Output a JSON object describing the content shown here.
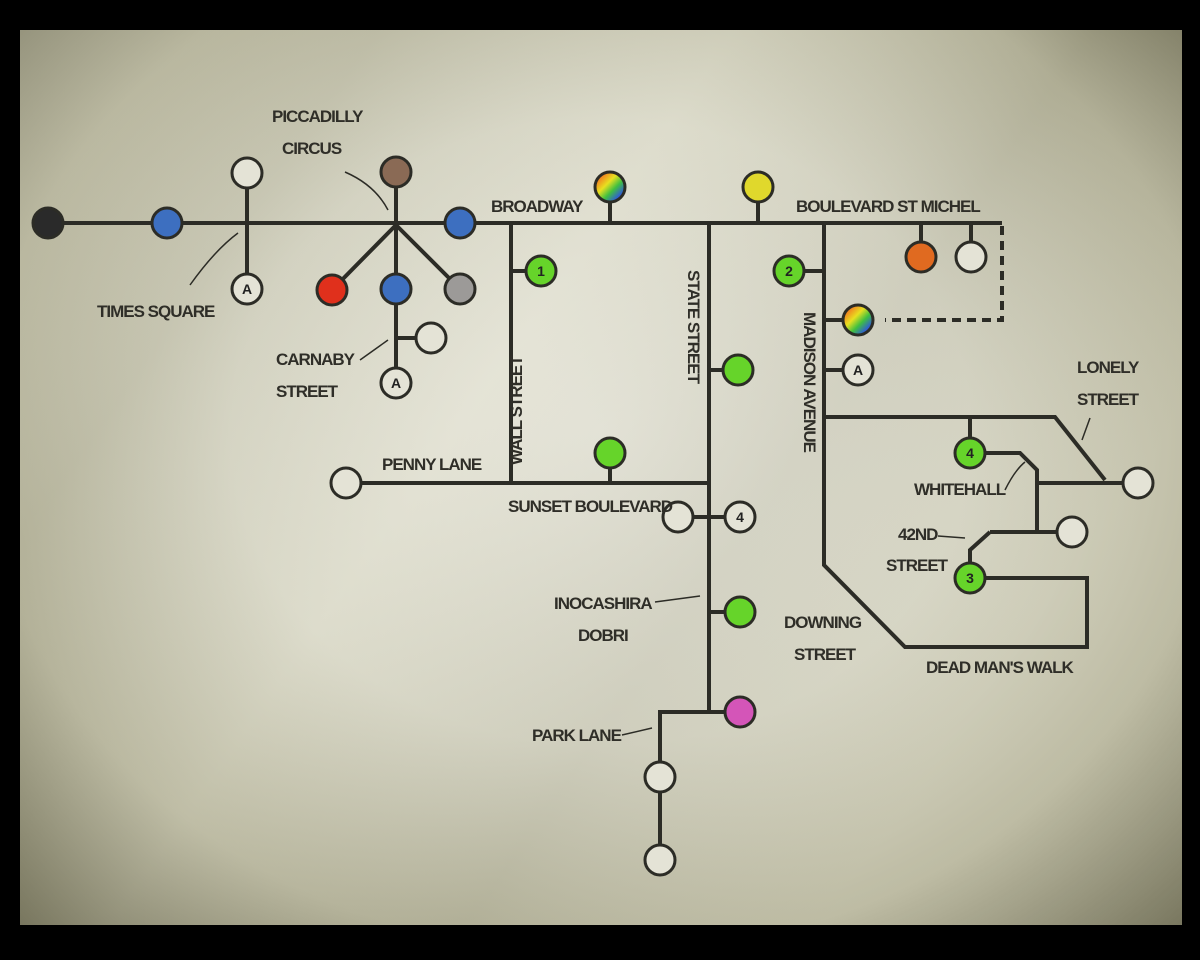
{
  "level_map": {
    "labels": {
      "piccadilly_1": "PICCADILLY",
      "piccadilly_2": "CIRCUS",
      "times_square": "TIMES SQUARE",
      "carnaby_1": "CARNABY",
      "carnaby_2": "STREET",
      "broadway": "BROADWAY",
      "boulevard": "BOULEVARD ST MICHEL",
      "wall_street": "WALL STREET",
      "state_street": "STATE STREET",
      "madison": "MADISON AVENUE",
      "penny_lane": "PENNY LANE",
      "sunset": "SUNSET BOULEVARD",
      "inocashira_1": "INOCASHIRA",
      "inocashira_2": "DOBRI",
      "park_lane": "PARK LANE",
      "downing_1": "DOWNING",
      "downing_2": "STREET",
      "lonely_1": "LONELY",
      "lonely_2": "STREET",
      "whitehall": "WHITEHALL",
      "42nd_1": "42ND",
      "42nd_2": "STREET",
      "dead_mans": "DEAD MAN'S WALK"
    },
    "glyphs": {
      "one": "1",
      "two": "2",
      "three": "3",
      "four": "4",
      "a": "A"
    },
    "colors": {
      "black": "#2a2a2a",
      "blue": "#3d6fc0",
      "brown": "#8a6a55",
      "red": "#e0301c",
      "gray": "#9c9a98",
      "yellow": "#e0d82c",
      "green": "#66d42a",
      "orange": "#e06a20",
      "pink": "#d455b8",
      "empty": "#e4e3d6"
    }
  }
}
